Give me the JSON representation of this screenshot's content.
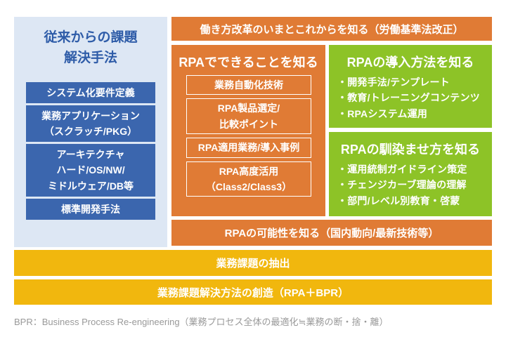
{
  "colors": {
    "light_blue_panel": "#dde7f4",
    "dark_blue_box": "#3b66ae",
    "title_blue_text": "#2e5ca8",
    "orange": "#e07b35",
    "green": "#8dc327",
    "yellow": "#f1b70e",
    "footnote_gray": "#999999",
    "background": "#ffffff"
  },
  "left_panel": {
    "title": "従来からの課題\n解決手法",
    "items": [
      "システム化要件定義",
      "業務アプリケーション\n（スクラッチ/PKG）",
      "アーキテクチャ\nハード/OS/NW/\nミドルウェア/DB等",
      "標準開発手法"
    ]
  },
  "top_bar": {
    "label": "働き方改革のいまとこれからを知る（労働基準法改正）"
  },
  "rpa_capabilities": {
    "title": "RPAでできることを知る",
    "items": [
      "業務自動化技術",
      "RPA製品選定/\n比較ポイント",
      "RPA適用業務/導入事例",
      "RPA高度活用\n（Class2/Class3）"
    ]
  },
  "rpa_adoption": {
    "title": "RPAの導入方法を知る",
    "bullets": [
      "・開発手法/テンプレート",
      "・教育/トレーニングコンテンツ",
      "・RPAシステム運用"
    ]
  },
  "rpa_familiarization": {
    "title": "RPAの馴染ませ方を知る",
    "bullets": [
      "・運用統制ガイドライン策定",
      "・チェンジカーブ理論の理解",
      "・部門/レベル別教育・啓蒙"
    ]
  },
  "possibility_bar": {
    "label": "RPAの可能性を知る（国内動向/最新技術等）"
  },
  "task_extraction_bar": {
    "label": "業務課題の抽出"
  },
  "task_solution_bar": {
    "label": "業務課題解決方法の創造（RPA＋BPR）"
  },
  "footnote": {
    "text": "BPR：Business Process Re-engineering（業務プロセス全体の最適化≒業務の断・捨・離）"
  }
}
